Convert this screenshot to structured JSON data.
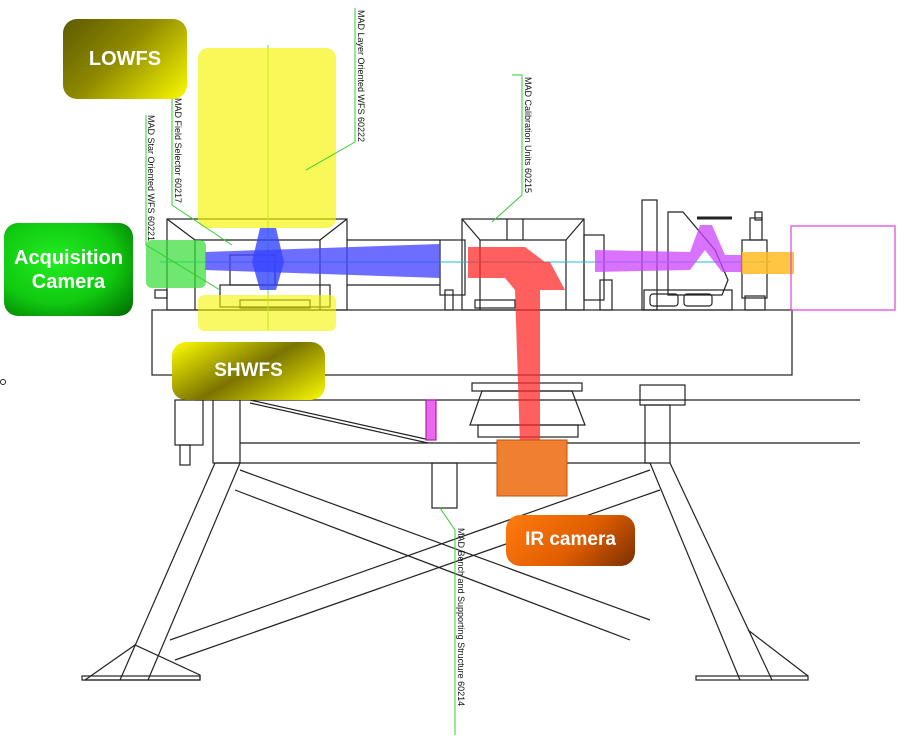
{
  "diagram": {
    "subject": "MAD instrument bench side view with optical paths",
    "component_labels": {
      "lowfs": "LOWFS",
      "acquisition_camera": [
        "Acquisition",
        "Camera"
      ],
      "shwfs": "SHWFS",
      "ir_camera": "IR camera"
    },
    "callouts": {
      "layer_oriented_wfs": "MAD Layer Oriented WFS 60222",
      "field_selector": "MAD Field Selector 60217",
      "star_oriented_wfs": "MAD Star Oriented WFS 60221",
      "calibration_units": "MAD Calibration Units 60215",
      "bench_structure": "MAD Bench and Supporting Structure 60214"
    },
    "colors": {
      "lowfs_highlight": "#f5f500",
      "acquisition_highlight": "#33dd33",
      "blue_beam": "#4444ff",
      "red_beam": "#ff2a2a",
      "magenta_beam": "#cc44ff",
      "orange_beam": "#ffc020",
      "ir_camera_block": "#f08030",
      "callout_leader": "#33cc33",
      "optical_axis": "#22bbdd",
      "input_frame": "#dd44dd",
      "outline": "#222222"
    }
  }
}
